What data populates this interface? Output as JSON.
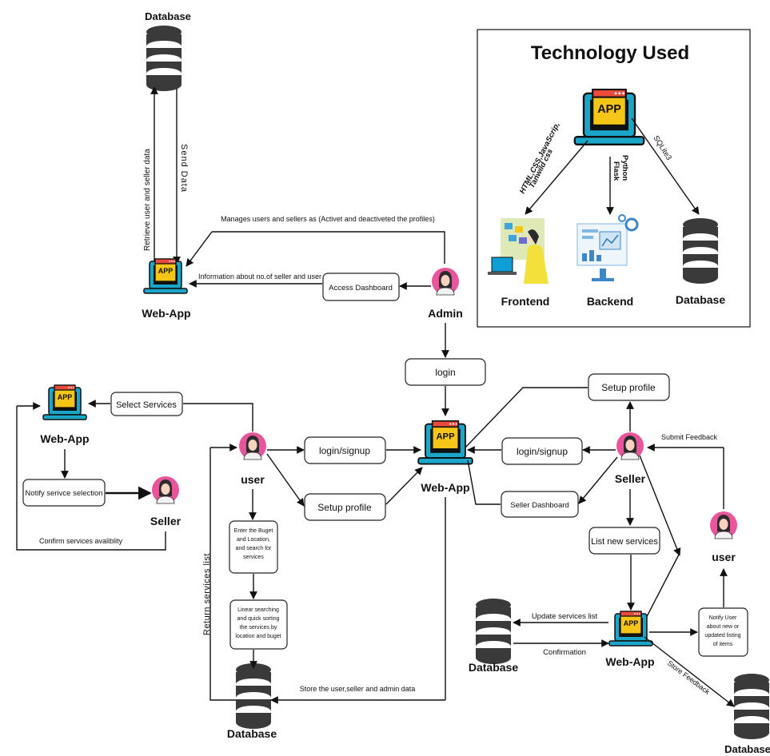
{
  "tech_panel": {
    "title": "Technology Used",
    "frontend_tech": "HTML,CSS,JavaScrip,",
    "frontend_tech_2": "Tanwild css",
    "backend_tech": "Python",
    "backend_tech_2": "Flask",
    "database_tech": "SQLite3",
    "frontend_label": "Frontend",
    "backend_label": "Backend",
    "database_label": "Database"
  },
  "admin_flow": {
    "top_database_label": "Database",
    "retrieve_label": "Retrieve user and seller data",
    "send_label": "Send Data",
    "webapp_label": "Web-App",
    "manages_label": "Manages users and sellers as (Activet and deactiveted the profiles)",
    "info_label": "Information about no.of seller and user",
    "access_dashboard": "Access Dashboard",
    "admin_label": "Admin"
  },
  "center": {
    "login": "login",
    "webapp_label": "Web-App",
    "store_label": "Store the user,seller and admin data",
    "database_label": "Database",
    "return_label": "Return services list"
  },
  "user_flow": {
    "select_services": "Select Services",
    "webapp_label": "Web-App",
    "notify_selection": "Notify serivce selection",
    "seller_label": "Seller",
    "confirm_label": "Confirm services avaliblity",
    "user_label": "user",
    "login_signup": "login/signup",
    "setup_profile": "Setup profile",
    "step1_l1": "Enter the Buget",
    "step1_l2": "and Location,",
    "step1_l3": "and search for",
    "step1_l4": "services",
    "step2_l1": "Linear searching",
    "step2_l2": "and quick sorting",
    "step2_l3": "the services by",
    "step2_l4": "location and buget"
  },
  "seller_flow": {
    "setup_profile": "Setup profile",
    "login_signup": "login/signup",
    "seller_label": "Seller",
    "seller_dashboard": "Seller Dashboard",
    "submit_feedback": "Submit Feedback",
    "user_label": "user",
    "list_new_services": "List new services",
    "update_services": "Update services list",
    "confirmation": "Confirmation",
    "database_label": "Database",
    "webapp_label": "Web-App",
    "notify_l1": "Notify User",
    "notify_l2": "about new or",
    "notify_l3": "updated listing",
    "notify_l4": "of items",
    "store_feedback": "Store Feedback",
    "feedback_db_label": "Database"
  },
  "colors": {
    "laptop_body": "#1aa6c9",
    "laptop_screen": "#f5c518",
    "avatar_pink": "#e8559b"
  }
}
